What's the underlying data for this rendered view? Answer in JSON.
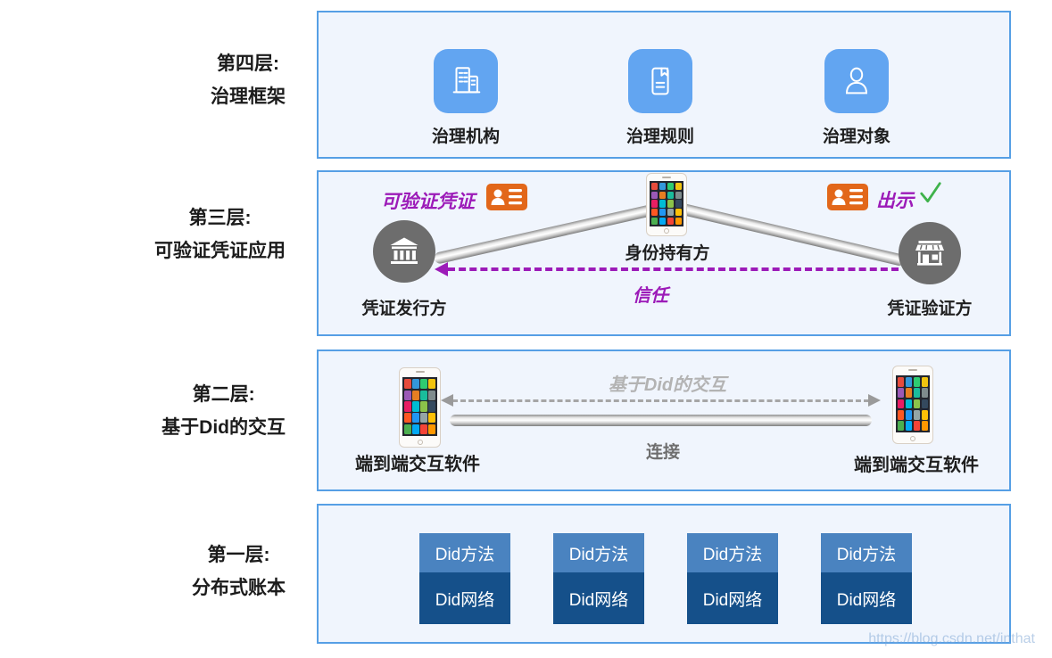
{
  "watermark": "https://blog.csdn.net/inthat",
  "colors": {
    "panel_border": "#569fe5",
    "panel_bg": "#f0f5fd",
    "tile_blue": "#62a5f1",
    "badge_orange": "#e2671a",
    "accent_purple": "#9c1bb8",
    "check_green": "#3fb24b",
    "did_method_blue": "#4a83c0",
    "did_network_navy": "#15508a",
    "node_circle_gray": "#6d6d6d"
  },
  "layer4": {
    "side_label_line1": "第四层:",
    "side_label_line2": "治理框架",
    "items": [
      {
        "label": "治理机构",
        "icon": "building-icon"
      },
      {
        "label": "治理规则",
        "icon": "rules-icon"
      },
      {
        "label": "治理对象",
        "icon": "person-icon"
      }
    ]
  },
  "layer3": {
    "side_label_line1": "第三层:",
    "side_label_line2": "可验证凭证应用",
    "credential_label": "可验证凭证",
    "present_label": "出示",
    "holder_label": "身份持有方",
    "issuer_label": "凭证发行方",
    "verifier_label": "凭证验证方",
    "trust_label": "信任"
  },
  "layer2": {
    "side_label_line1": "第二层:",
    "side_label_line2": "基于Did的交互",
    "interaction_label": "基于Did的交互",
    "connection_label": "连接",
    "left_endpoint_label": "端到端交互软件",
    "right_endpoint_label": "端到端交互软件"
  },
  "layer1": {
    "side_label_line1": "第一层:",
    "side_label_line2": "分布式账本",
    "stacks": [
      {
        "method": "Did方法",
        "network": "Did网络"
      },
      {
        "method": "Did方法",
        "network": "Did网络"
      },
      {
        "method": "Did方法",
        "network": "Did网络"
      },
      {
        "method": "Did方法",
        "network": "Did网络"
      }
    ]
  }
}
